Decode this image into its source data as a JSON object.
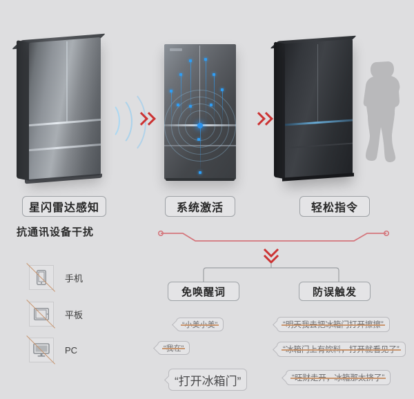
{
  "page": {
    "background_color": "#dedee0",
    "accent_red": "#cc3333",
    "strike_color": "#c9956d",
    "pill_border": "#9ea2a6",
    "pill_fill": "#e4e4e6"
  },
  "stages": [
    {
      "id": "stage-1",
      "label": "星闪雷达感知",
      "icon": "radar-wave-icon"
    },
    {
      "id": "stage-2",
      "label": "系统激活",
      "icon": "radar-converge-icon"
    },
    {
      "id": "stage-3",
      "label": "轻松指令",
      "icon": "person-silhouette-icon"
    }
  ],
  "arrows": {
    "between_1_2": "chevron-double-right-icon",
    "between_2_3": "chevron-double-right-icon",
    "down": "chevron-double-down-icon"
  },
  "anti_interference": {
    "title": "抗通讯设备干扰",
    "devices": [
      {
        "label": "手机",
        "icon": "phone-disabled-icon"
      },
      {
        "label": "平板",
        "icon": "tablet-disabled-icon"
      },
      {
        "label": "PC",
        "icon": "monitor-disabled-icon"
      }
    ]
  },
  "features": [
    {
      "id": "feature-wakeword",
      "label": "免唤醒词"
    },
    {
      "id": "feature-misfire",
      "label": "防误触发"
    }
  ],
  "bubbles": {
    "wakeword": [
      {
        "text": "“小美小美”",
        "struck": true,
        "size": "small"
      },
      {
        "text": "“我在”",
        "struck": true,
        "size": "small"
      },
      {
        "text": "“打开冰箱门”",
        "struck": false,
        "size": "large"
      }
    ],
    "misfire": [
      {
        "text": "“明天我去把冰箱门打开擦擦”",
        "struck": true,
        "size": "medium"
      },
      {
        "text": "“冰箱门上有饮料，打开就看见了”",
        "struck": true,
        "size": "medium"
      },
      {
        "text": "“旺财走开，冰箱那太挤了”",
        "struck": true,
        "size": "medium"
      }
    ]
  }
}
